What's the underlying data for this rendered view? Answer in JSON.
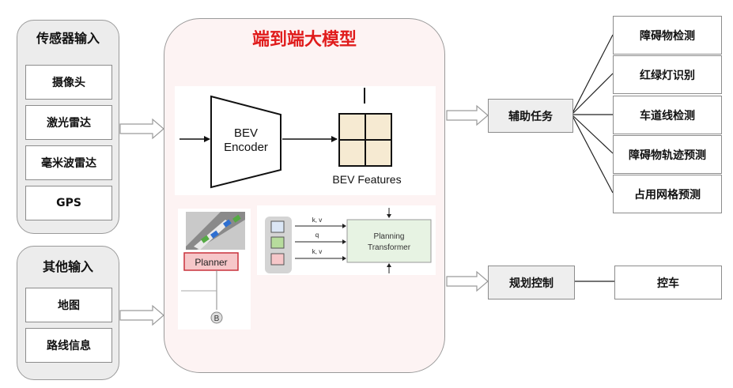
{
  "sensor_group": {
    "title": "传感器输入",
    "items": [
      "摄像头",
      "激光雷达",
      "毫米波雷达",
      "GPS"
    ]
  },
  "other_group": {
    "title": "其他输入",
    "items": [
      "地图",
      "路线信息"
    ]
  },
  "main_model": {
    "title": "端到端大模型",
    "bev_encoder": "BEV\nEncoder",
    "bev_features": "BEV Features",
    "planner": "Planner",
    "planner_node": "B",
    "planning_transformer": "Planning\nTransformer",
    "arrow_labels": [
      "k, v",
      "q",
      "k, v"
    ]
  },
  "aux_task": {
    "label": "辅助任务",
    "items": [
      "障碍物检测",
      "红绿灯识别",
      "车道线检测",
      "障碍物轨迹预测",
      "占用网格预测"
    ]
  },
  "planning_control": {
    "label": "规划控制",
    "output": "控车"
  },
  "colors": {
    "title_red": "#e01c1c",
    "main_bg": "#fdf3f3",
    "group_bg": "#ececec",
    "bev_cell": "#f6ead2",
    "planner_fill": "#f6c7c9",
    "planner_border": "#c9323c",
    "transformer_fill": "#e7f3e3",
    "token_blue": "#dbe6f5",
    "token_green": "#b7dc9d",
    "token_red": "#f6c7c9"
  }
}
